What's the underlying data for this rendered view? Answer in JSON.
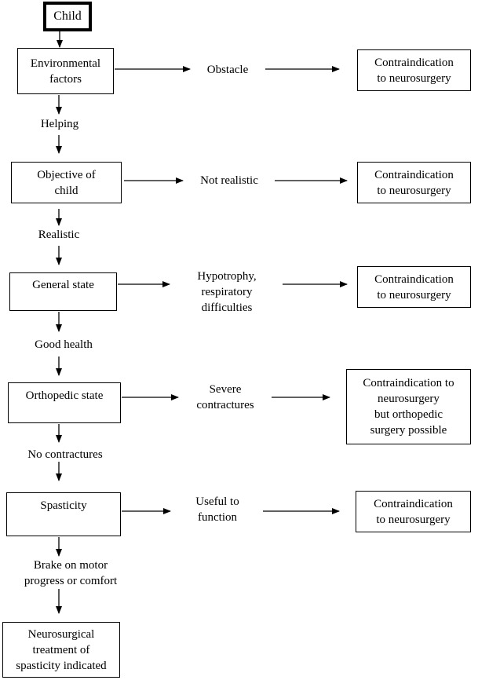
{
  "nodes": {
    "child": "Child",
    "environmental": [
      "Environmental",
      "factors"
    ],
    "objective": [
      "Objective of",
      "child"
    ],
    "general": [
      "General state"
    ],
    "orthopedic": [
      "Orthopedic state"
    ],
    "spasticity": [
      "Spasticity"
    ],
    "neuro": [
      "Neurosurgical",
      "treatment of",
      "spasticity indicated"
    ]
  },
  "conditions": {
    "obstacle": [
      "Obstacle"
    ],
    "not_realistic": [
      "Not realistic"
    ],
    "hypotrophy": [
      "Hypotrophy,",
      "respiratory",
      "difficulties"
    ],
    "severe": [
      "Severe",
      "contractures"
    ],
    "useful": [
      "Useful to",
      "function"
    ]
  },
  "outcomes": {
    "o1": [
      "Contraindication",
      "to neurosurgery"
    ],
    "o2": [
      "Contraindication",
      "to neurosurgery"
    ],
    "o3": [
      "Contraindication",
      "to neurosurgery"
    ],
    "o4": [
      "Contraindication to",
      "neurosurgery",
      "but orthopedic",
      "surgery possible"
    ],
    "o5": [
      "Contraindication",
      "to neurosurgery"
    ]
  },
  "flow_labels": {
    "helping": [
      "Helping"
    ],
    "realistic": [
      "Realistic"
    ],
    "good_health": [
      "Good health"
    ],
    "no_contractures": [
      "No contractures"
    ],
    "brake": [
      "Brake on motor",
      "progress or comfort"
    ]
  }
}
